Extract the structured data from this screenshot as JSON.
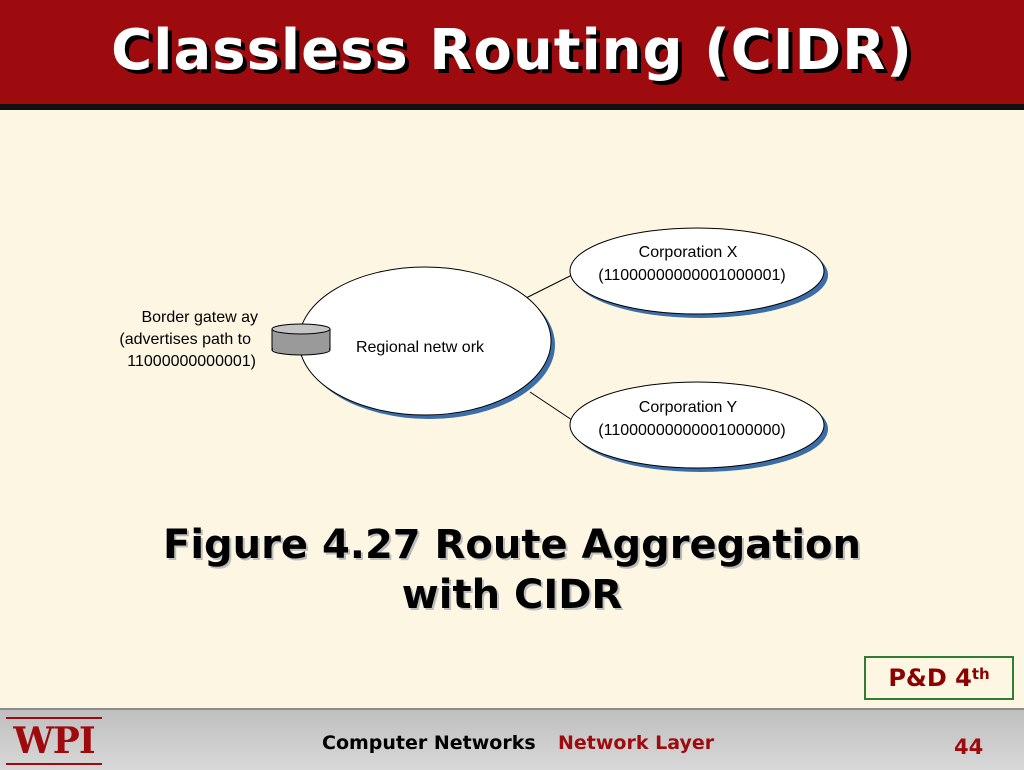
{
  "slide": {
    "title": "Classless Routing (CIDR)",
    "caption_line1": "Figure 4.27 Route Aggregation",
    "caption_line2": "with CIDR"
  },
  "diagram": {
    "border_gateway": {
      "line1": "Border gatew ay",
      "line2": "(advertises path to",
      "line3": "11000000000001)"
    },
    "regional_network": "Regional netw ork",
    "corporation_x": {
      "name": "Corporation X",
      "address": "(11000000000001000001)"
    },
    "corporation_y": {
      "name": "Corporation Y",
      "address": "(11000000000001000000)"
    }
  },
  "badge": {
    "text": "P&D 4",
    "sup": "th"
  },
  "footer": {
    "logo": "WPI",
    "course": "Computer Networks",
    "chapter": "Network Layer",
    "page": "44"
  },
  "colors": {
    "title_bar": "#9e0b0f",
    "background": "#fdf6e3",
    "node_shadow": "#3b6ea8",
    "badge_border": "#2e7d32"
  }
}
